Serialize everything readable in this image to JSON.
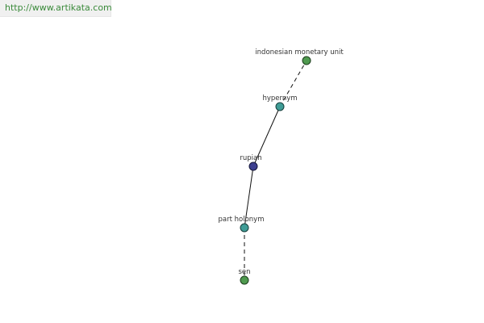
{
  "source": {
    "url": "http://www.artikata.com"
  },
  "graph": {
    "nodes": [
      {
        "id": "n1",
        "label": "indonesian monetary unit",
        "role": "hypernym-target",
        "color": "#4f9a4f"
      },
      {
        "id": "n2",
        "label": "hypernym",
        "role": "relation",
        "color": "#3f9c96"
      },
      {
        "id": "n3",
        "label": "rupiah",
        "role": "center",
        "color": "#3c3f8f"
      },
      {
        "id": "n4",
        "label": "part holonym",
        "role": "relation",
        "color": "#3f9c96"
      },
      {
        "id": "n5",
        "label": "sen",
        "role": "holonym-target",
        "color": "#4f9a4f"
      }
    ],
    "edges": [
      {
        "from": "n2",
        "to": "n1",
        "style": "dashed"
      },
      {
        "from": "n3",
        "to": "n2",
        "style": "solid"
      },
      {
        "from": "n3",
        "to": "n4",
        "style": "solid"
      },
      {
        "from": "n4",
        "to": "n5",
        "style": "dashed"
      }
    ]
  }
}
